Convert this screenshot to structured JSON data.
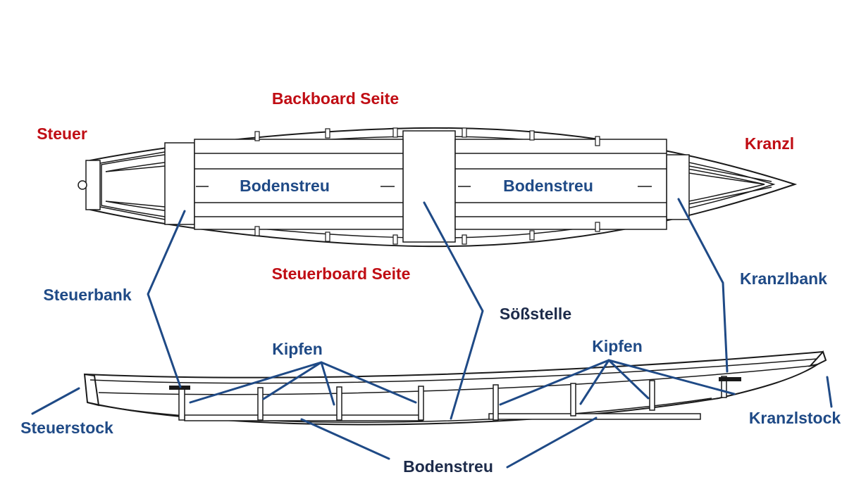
{
  "labels": {
    "backboard": "Backboard Seite",
    "steuerboard": "Steuerboard Seite",
    "steuer": "Steuer",
    "kranzl": "Kranzl",
    "bodenstreu_left": "Bodenstreu",
    "bodenstreu_right": "Bodenstreu",
    "steuerbank": "Steuerbank",
    "kranzlbank": "Kranzlbank",
    "soessstelle": "Sößstelle",
    "kipfen_left": "Kipfen",
    "kipfen_right": "Kipfen",
    "steuerstock": "Steuerstock",
    "kranzlstock": "Kranzlstock",
    "bodenstreu_bottom": "Bodenstreu"
  },
  "colors": {
    "side_label": "#c00d14",
    "part_label": "#1f4a86",
    "leader_line": "#1f4a86",
    "outline": "#1a1a1a"
  }
}
